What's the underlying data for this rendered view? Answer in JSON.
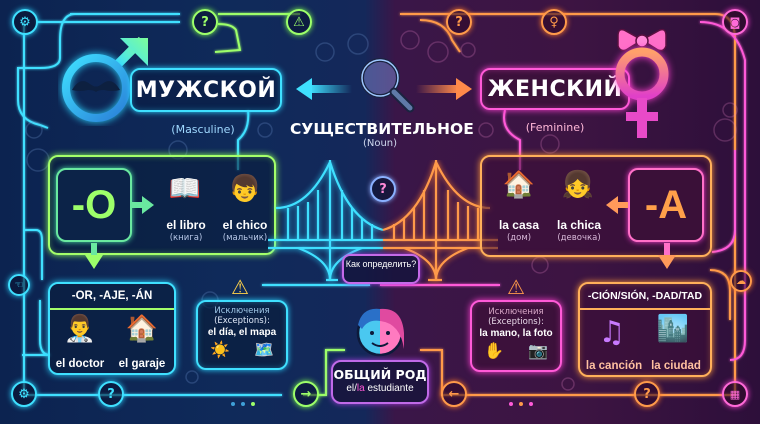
{
  "center": {
    "title": "СУЩЕСТВИТЕЛЬНОЕ",
    "subtitle": "(Noun)",
    "icon": "magnifier-icon",
    "question_bubble": "Как определить?"
  },
  "masculine": {
    "title": "МУЖСКОЙ",
    "subtitle": "(Masculine)",
    "icon": "male-symbol-mustache-icon",
    "color": "#3fe0ff",
    "ending": "-O",
    "ending_color": "#9dff6a",
    "examples": [
      {
        "word": "el libro",
        "translation": "(книга)",
        "icon": "book-icon"
      },
      {
        "word": "el chico",
        "translation": "(мальчик)",
        "icon": "boy-icon"
      }
    ],
    "other_endings": {
      "label": "-OR, -AJE, -ÁN",
      "examples": [
        {
          "word": "el doctor",
          "icon": "doctor-icon"
        },
        {
          "word": "el garaje",
          "icon": "garage-icon"
        }
      ]
    },
    "exceptions": {
      "label": "Исключения",
      "label_en": "(Exceptions):",
      "words": "el día, el mapa",
      "icons": [
        "sun-icon",
        "map-icon"
      ]
    }
  },
  "feminine": {
    "title": "ЖЕНСКИЙ",
    "subtitle": "(Feminine)",
    "icon": "female-symbol-bow-icon",
    "color": "#ff5ad8",
    "ending": "-A",
    "ending_color": "#ffa04a",
    "examples": [
      {
        "word": "la casa",
        "translation": "(дом)",
        "icon": "house-icon"
      },
      {
        "word": "la chica",
        "translation": "(девочка)",
        "icon": "girl-icon"
      }
    ],
    "other_endings": {
      "label": "-CIÓN/SIÓN, -DAD/TAD",
      "examples": [
        {
          "word": "la canción",
          "icon": "music-note-icon"
        },
        {
          "word": "la ciudad",
          "icon": "city-icon"
        }
      ]
    },
    "exceptions": {
      "label": "Исключения",
      "label_en": "(Exceptions):",
      "words": "la mano, la foto",
      "icons": [
        "hand-icon",
        "camera-icon"
      ]
    }
  },
  "common": {
    "title": "ОБЩИЙ РОД",
    "article_el": "el/",
    "article_la": "la",
    "word": " estudiante",
    "icon": "half-boy-half-girl-face-icon"
  },
  "nodes": {
    "top_left": [
      "gear",
      "?",
      "⚠"
    ],
    "top_right": [
      "?",
      "♀",
      "camera"
    ],
    "bottom_left": [
      "gear",
      "?",
      "→"
    ],
    "bottom_right": [
      "←",
      "?",
      "film"
    ]
  }
}
